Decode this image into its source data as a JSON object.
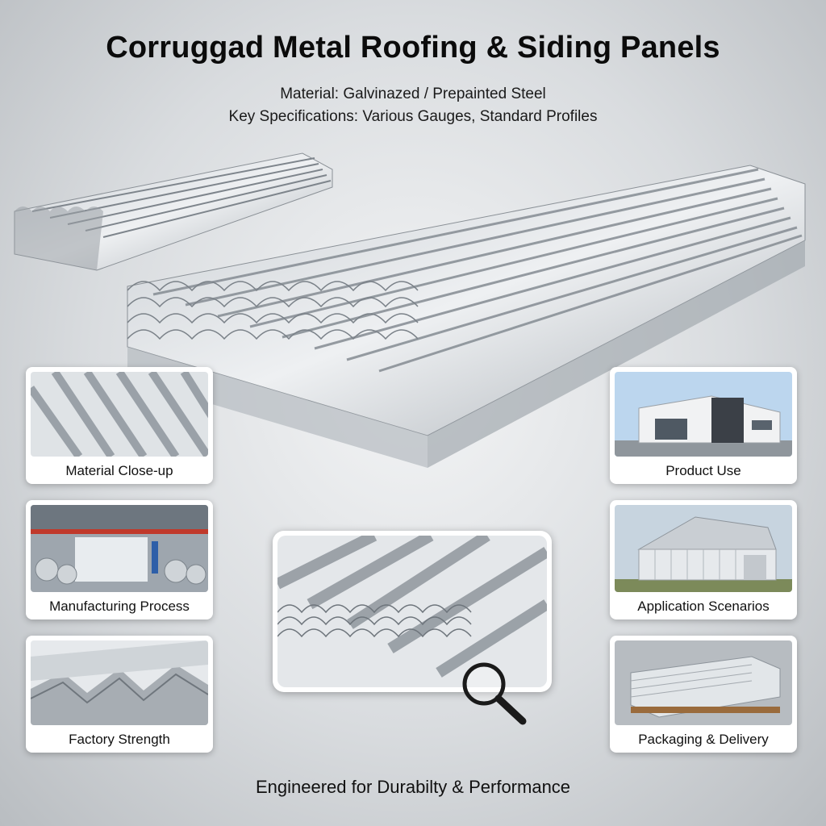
{
  "header": {
    "title": "Corruggad Metal Roofing & Siding Panels",
    "line1": "Material: Galvinazed / Prepainted Steel",
    "line2": "Key Specifications: Various Gauges, Standard Profiles"
  },
  "cards": {
    "material_closeup": "Material Close-up",
    "manufacturing_process": "Manufacturing Process",
    "factory_strength": "Factory Strength",
    "product_use": "Product Use",
    "application_scenarios": "Application Scenarios",
    "packaging_delivery": "Packaging & Delivery"
  },
  "footer": {
    "tagline": "Engineered for Durabilty & Performance"
  },
  "icons": {
    "zoom": "magnifier-icon"
  }
}
